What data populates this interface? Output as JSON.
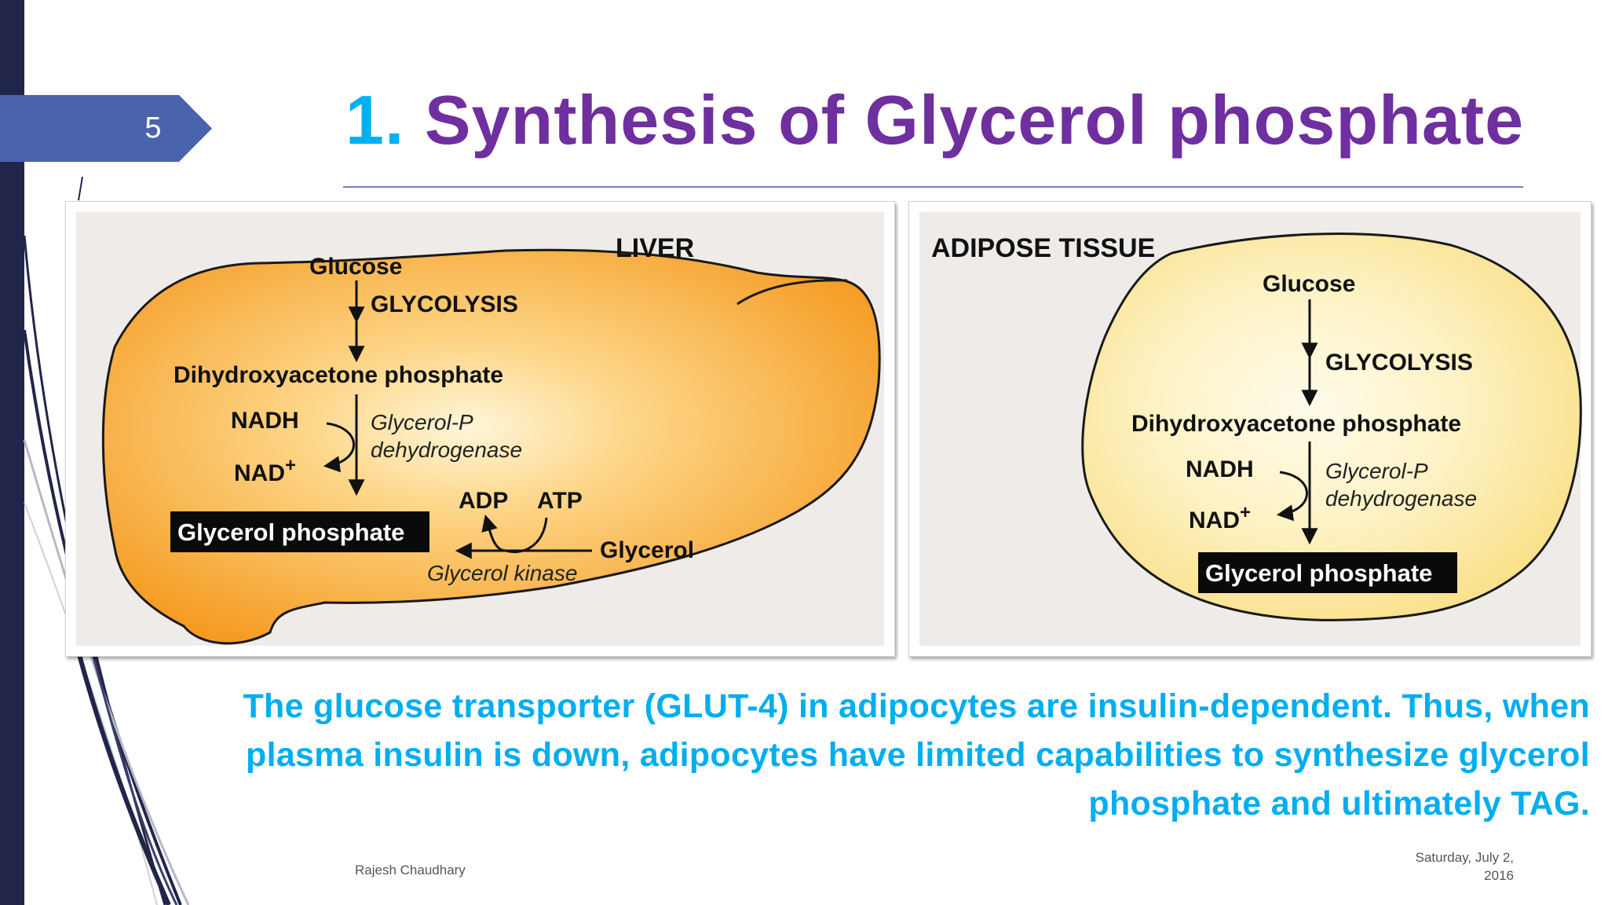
{
  "slide": {
    "page_number": "5",
    "title_number": "1.",
    "title_text": "Synthesis of Glycerol phosphate"
  },
  "liver": {
    "label": "LIVER",
    "glucose": "Glucose",
    "glycolysis": "GLYCOLYSIS",
    "dhap": "Dihydroxyacetone phosphate",
    "nadh": "NADH",
    "nad": "NAD",
    "nad_sup": "+",
    "enzyme_line1": "Glycerol-P",
    "enzyme_line2": "dehydrogenase",
    "product": "Glycerol phosphate",
    "adp": "ADP",
    "atp": "ATP",
    "glycerol": "Glycerol",
    "kinase": "Glycerol kinase"
  },
  "adipose": {
    "label": "ADIPOSE TISSUE",
    "glucose": "Glucose",
    "glycolysis": "GLYCOLYSIS",
    "dhap": "Dihydroxyacetone phosphate",
    "nadh": "NADH",
    "nad": "NAD",
    "nad_sup": "+",
    "enzyme_line1": "Glycerol-P",
    "enzyme_line2": "dehydrogenase",
    "product": "Glycerol phosphate"
  },
  "caption": {
    "line1": "The glucose transporter (GLUT-4) in adipocytes are insulin-dependent. Thus, when",
    "line2": "plasma insulin is down, adipocytes have limited capabilities to synthesize glycerol",
    "line3": "phosphate and ultimately TAG."
  },
  "footer": {
    "author": "Rajesh Chaudhary",
    "date_line1": "Saturday, July 2,",
    "date_line2": "2016"
  },
  "colors": {
    "title_purple": "#6f2f9f",
    "accent_blue": "#00b0f0",
    "caption_blue": "#00aeef",
    "band_navy": "#22254a",
    "badge_blue": "#4a63ad",
    "liver_orange": "#f7a030",
    "adipose_yellow": "#fbe7a0"
  }
}
